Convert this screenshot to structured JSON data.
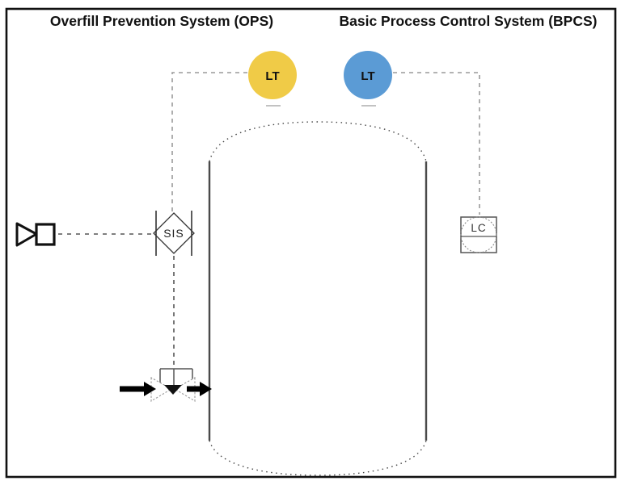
{
  "diagram": {
    "titles": {
      "ops": "Overfill Prevention System (OPS)",
      "bpcs": "Basic Process Control System (BPCS)"
    },
    "instruments": {
      "ops_level_transmitter": {
        "label": "LT",
        "fill": "#F0CB47"
      },
      "bpcs_level_transmitter": {
        "label": "LT",
        "fill": "#5B9BD5"
      },
      "sis_logic_solver": {
        "label": "SIS"
      },
      "bpcs_level_controller": {
        "label": "LC"
      }
    },
    "colors": {
      "border": "#111111",
      "tank_wall": "#4a4a4a",
      "signal_dashed_light": "#9a9a9a",
      "signal_dashed_dark": "#555555",
      "flow_arrow": "#000000"
    }
  }
}
